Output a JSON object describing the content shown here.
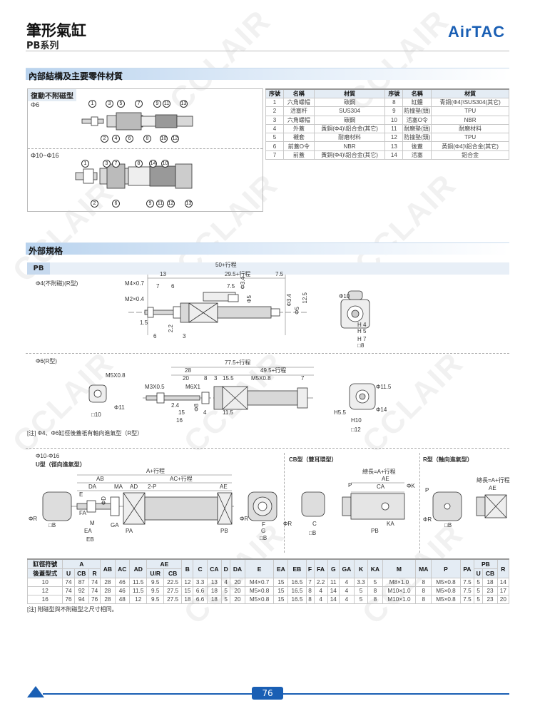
{
  "header": {
    "title": "筆形氣缸",
    "series": "PB系列",
    "logo": "AirTAC"
  },
  "watermark": "CCLAIR",
  "section1": {
    "title": "內部結構及主要零件材質",
    "box_label": "復動不附磁型",
    "phi6": "Φ6",
    "phi10_16": "Φ10~Φ16",
    "phi6_top": [
      "1",
      "3",
      "5",
      "7",
      "9",
      "11",
      "13"
    ],
    "phi6_bottom": [
      "2",
      "4",
      "6",
      "8",
      "10",
      "12"
    ],
    "phi10_top": [
      "1",
      "3",
      "7",
      "8",
      "14",
      "10"
    ],
    "phi10_bottom": [
      "2",
      "6",
      "9",
      "11",
      "12",
      "13"
    ]
  },
  "parts_table": {
    "headers": [
      "序號",
      "名稱",
      "材質",
      "序號",
      "名稱",
      "材質"
    ],
    "rows": [
      [
        "1",
        "六角螺帽",
        "碳鋼",
        "8",
        "缸體",
        "青銅(Φ4)\\SUS304(其它)"
      ],
      [
        "2",
        "活塞杆",
        "SUS304",
        "9",
        "防撞墊(頭)",
        "TPU"
      ],
      [
        "3",
        "六角螺帽",
        "碳鋼",
        "10",
        "活塞O令",
        "NBR"
      ],
      [
        "4",
        "外蓋",
        "黃銅(Φ4)\\鋁合金(其它)",
        "11",
        "耐磨墊(頭)",
        "耐磨材料"
      ],
      [
        "5",
        "襯套",
        "耐磨材料",
        "12",
        "防撞墊(頭)",
        "TPU"
      ],
      [
        "6",
        "前蓋O令",
        "NBR",
        "13",
        "後蓋",
        "黃銅(Φ4)\\鋁合金(其它)"
      ],
      [
        "7",
        "前蓋",
        "黃銅(Φ4)\\鋁合金(其它)",
        "14",
        "活塞",
        "鋁合金"
      ]
    ]
  },
  "section2": {
    "title": "外部規格",
    "tab": "PB"
  },
  "phi4": {
    "label": "Φ4(不附磁)(R型)",
    "d": [
      "50+行程",
      "13",
      "29.5+行程",
      "7.5",
      "M4×0.7",
      "7",
      "6",
      "7.5",
      "Φ3.4",
      "M2×0.4",
      "Φ5",
      "Φ3.4",
      "Φ5",
      "12.5",
      "1.5",
      "2.2",
      "6",
      "3",
      "Φ10",
      "H 4",
      "H 5",
      "H 7",
      "□8"
    ]
  },
  "phi6": {
    "label": "Φ6(R型)",
    "d": [
      "M5X0.8",
      "Φ11",
      "□10",
      "77.5+行程",
      "28",
      "49.5+行程",
      "20",
      "8",
      "3",
      "15.5",
      "M5X0.8",
      "7",
      "M3X0.5",
      "M6X1",
      "2.4",
      "Φ8",
      "15",
      "4",
      "11.5",
      "16",
      "Φ11.5",
      "Φ14",
      "H5.5",
      "H10",
      "□12"
    ],
    "note": "[注] Φ4、Φ6缸徑後蓋祇有軸向進氣型（R型）"
  },
  "u_type": {
    "label1": "Φ10-Φ16",
    "label2": "U型（徑向進氣型）",
    "d": [
      "A+行程",
      "AB",
      "AC+行程",
      "DA",
      "MA",
      "AD",
      "2-P",
      "AE",
      "E",
      "ΦD",
      "ΦR",
      "□B",
      "FA",
      "M",
      "GA",
      "EA",
      "PA",
      "PB",
      "EB",
      "ΦR",
      "F",
      "G",
      "□B"
    ]
  },
  "cb_type": {
    "label": "CB型（雙耳環型）",
    "d": [
      "ΦR",
      "C",
      "□B",
      "總長=A+行程",
      "AE",
      "P",
      "CA",
      "ΦK",
      "KA",
      "PB"
    ]
  },
  "r_type": {
    "label": "R型（軸向進氣型）",
    "d": [
      "P",
      "ΦR",
      "□B",
      "總長=A+行程",
      "AE"
    ]
  },
  "dims_table": {
    "h1": [
      "缸徑符號",
      "A",
      "AB",
      "AC",
      "AD",
      "AE",
      "B",
      "C",
      "CA",
      "D",
      "DA",
      "E",
      "EA",
      "EB",
      "F",
      "FA",
      "G",
      "GA",
      "K",
      "KA",
      "M",
      "MA",
      "P",
      "PA",
      "PB",
      "R"
    ],
    "h2": [
      "後蓋型式",
      "U",
      "CB",
      "R",
      "U/R",
      "CB",
      "U",
      "CB"
    ],
    "rows": [
      [
        "10",
        "74",
        "87",
        "74",
        "28",
        "46",
        "11.5",
        "9.5",
        "22.5",
        "12",
        "3.3",
        "13",
        "4",
        "20",
        "M4×0.7",
        "15",
        "16.5",
        "7",
        "2.2",
        "11",
        "4",
        "3.3",
        "5",
        "M8×1.0",
        "8",
        "M5×0.8",
        "7.5",
        "5",
        "18",
        "14"
      ],
      [
        "12",
        "74",
        "92",
        "74",
        "28",
        "46",
        "11.5",
        "9.5",
        "27.5",
        "15",
        "6.6",
        "18",
        "5",
        "20",
        "M5×0.8",
        "15",
        "16.5",
        "8",
        "4",
        "14",
        "4",
        "5",
        "8",
        "M10×1.0",
        "8",
        "M5×0.8",
        "7.5",
        "5",
        "23",
        "17"
      ],
      [
        "16",
        "76",
        "94",
        "76",
        "28",
        "48",
        "12",
        "9.5",
        "27.5",
        "18",
        "6.6",
        "18",
        "5",
        "20",
        "M5×0.8",
        "15",
        "16.5",
        "8",
        "4",
        "14",
        "4",
        "5",
        "8",
        "M10×1.0",
        "8",
        "M5×0.8",
        "7.5",
        "5",
        "23",
        "20"
      ]
    ],
    "note": "[注] 附磁型與不附磁型之尺寸相同。"
  },
  "footer": {
    "page": "76"
  },
  "colors": {
    "brand": "#1a5fb4",
    "header_bg": "#e4ecf4"
  }
}
